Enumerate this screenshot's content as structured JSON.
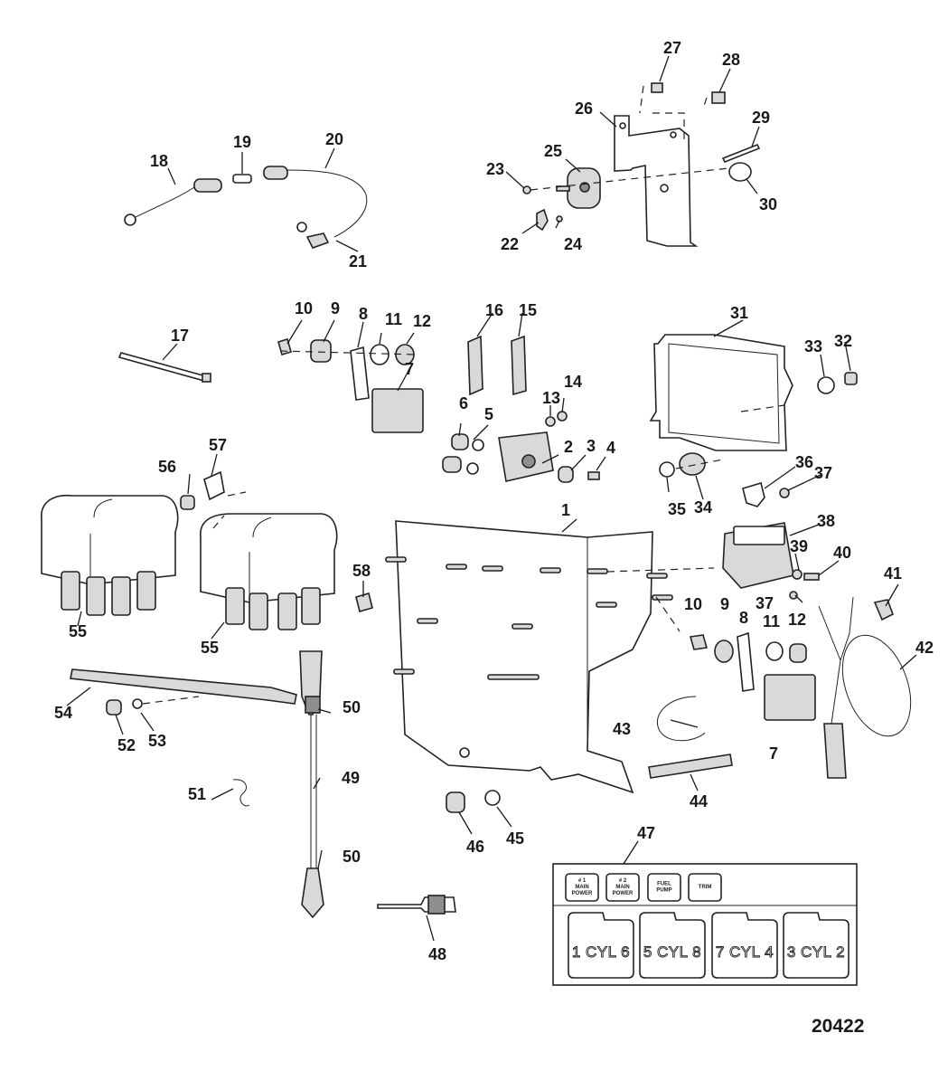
{
  "figure_number": "20422",
  "callouts": [
    "1",
    "2",
    "3",
    "4",
    "5",
    "6",
    "7",
    "8",
    "9",
    "10",
    "11",
    "12",
    "13",
    "14",
    "15",
    "16",
    "17",
    "18",
    "19",
    "20",
    "21",
    "22",
    "23",
    "24",
    "25",
    "26",
    "27",
    "28",
    "29",
    "30",
    "31",
    "32",
    "33",
    "34",
    "35",
    "36",
    "37",
    "38",
    "39",
    "40",
    "41",
    "42",
    "43",
    "44",
    "45",
    "46",
    "47",
    "48",
    "49",
    "50",
    "51",
    "52",
    "53",
    "54",
    "55",
    "56",
    "57",
    "58"
  ],
  "decal": {
    "fuse_labels": [
      [
        "# 1",
        "MAIN",
        "POWER"
      ],
      [
        "# 2",
        "MAIN",
        "POWER"
      ],
      [
        "FUEL",
        "PUMP"
      ],
      [
        "TRIM"
      ]
    ],
    "cylinder_labels": [
      "1 CYL 6",
      "5 CYL 8",
      "7 CYL 4",
      "3 CYL 2"
    ]
  },
  "colors": {
    "line": "#222222",
    "fill_light": "#d9d9d9",
    "fill_dark": "#8e8e8e",
    "background": "#ffffff"
  }
}
